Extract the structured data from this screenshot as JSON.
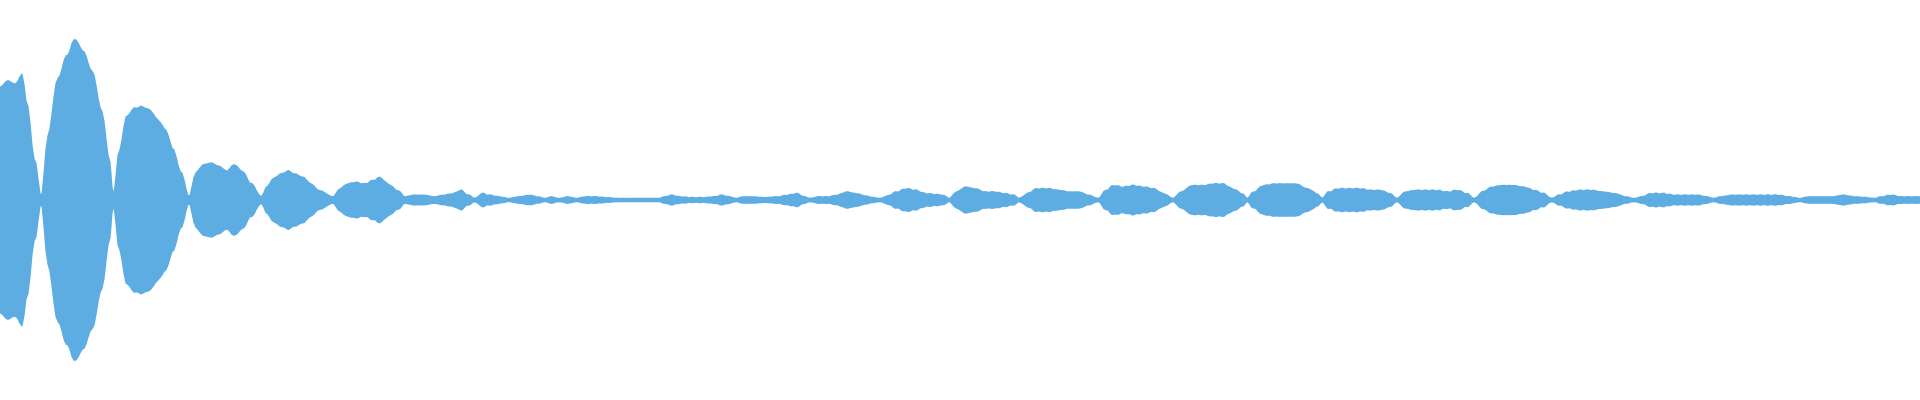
{
  "waveform": {
    "color": "#5dade2",
    "background": "#ffffff",
    "amplitude_envelope": [
      [
        0.0,
        0.7
      ],
      [
        0.004,
        0.74
      ],
      [
        0.008,
        0.72
      ],
      [
        0.0115,
        0.78
      ],
      [
        0.014,
        0.6
      ],
      [
        0.018,
        0.25
      ],
      [
        0.0215,
        0.02
      ],
      [
        0.025,
        0.4
      ],
      [
        0.03,
        0.75
      ],
      [
        0.035,
        0.9
      ],
      [
        0.039,
        1.0
      ],
      [
        0.043,
        0.93
      ],
      [
        0.048,
        0.8
      ],
      [
        0.053,
        0.55
      ],
      [
        0.057,
        0.25
      ],
      [
        0.059,
        0.02
      ],
      [
        0.062,
        0.3
      ],
      [
        0.066,
        0.52
      ],
      [
        0.07,
        0.57
      ],
      [
        0.074,
        0.58
      ],
      [
        0.078,
        0.56
      ],
      [
        0.082,
        0.5
      ],
      [
        0.086,
        0.44
      ],
      [
        0.09,
        0.32
      ],
      [
        0.094,
        0.18
      ],
      [
        0.0985,
        0.02
      ],
      [
        0.102,
        0.17
      ],
      [
        0.106,
        0.22
      ],
      [
        0.11,
        0.23
      ],
      [
        0.114,
        0.21
      ],
      [
        0.118,
        0.18
      ],
      [
        0.122,
        0.22
      ],
      [
        0.126,
        0.18
      ],
      [
        0.131,
        0.1
      ],
      [
        0.136,
        0.02
      ],
      [
        0.139,
        0.08
      ],
      [
        0.142,
        0.13
      ],
      [
        0.146,
        0.16
      ],
      [
        0.15,
        0.18
      ],
      [
        0.154,
        0.16
      ],
      [
        0.158,
        0.14
      ],
      [
        0.162,
        0.1
      ],
      [
        0.166,
        0.06
      ],
      [
        0.1735,
        0.02
      ],
      [
        0.177,
        0.07
      ],
      [
        0.181,
        0.1
      ],
      [
        0.185,
        0.11
      ],
      [
        0.19,
        0.1
      ],
      [
        0.194,
        0.12
      ],
      [
        0.198,
        0.14
      ],
      [
        0.202,
        0.1
      ],
      [
        0.207,
        0.06
      ],
      [
        0.211,
        0.02
      ],
      [
        0.215,
        0.03
      ],
      [
        0.221,
        0.03
      ],
      [
        0.226,
        0.02
      ],
      [
        0.231,
        0.03
      ],
      [
        0.236,
        0.04
      ],
      [
        0.24,
        0.06
      ],
      [
        0.244,
        0.03
      ],
      [
        0.2475,
        0.01
      ],
      [
        0.251,
        0.04
      ],
      [
        0.255,
        0.03
      ],
      [
        0.26,
        0.02
      ],
      [
        0.265,
        0.01
      ],
      [
        0.27,
        0.02
      ],
      [
        0.276,
        0.03
      ],
      [
        0.28,
        0.02
      ],
      [
        0.284,
        0.01
      ],
      [
        0.287,
        0.02
      ],
      [
        0.291,
        0.01
      ],
      [
        0.296,
        0.02
      ],
      [
        0.3,
        0.01
      ],
      [
        0.305,
        0.02
      ],
      [
        0.31,
        0.02
      ],
      [
        0.316,
        0.015
      ],
      [
        0.322,
        0.01
      ],
      [
        0.328,
        0.01
      ],
      [
        0.333,
        0.01
      ],
      [
        0.338,
        0.01
      ],
      [
        0.343,
        0.01
      ],
      [
        0.346,
        0.02
      ],
      [
        0.35,
        0.03
      ],
      [
        0.354,
        0.02
      ],
      [
        0.36,
        0.015
      ],
      [
        0.366,
        0.015
      ],
      [
        0.372,
        0.02
      ],
      [
        0.376,
        0.03
      ],
      [
        0.38,
        0.02
      ],
      [
        0.3835,
        0.01
      ],
      [
        0.387,
        0.02
      ],
      [
        0.392,
        0.02
      ],
      [
        0.398,
        0.015
      ],
      [
        0.405,
        0.02
      ],
      [
        0.41,
        0.03
      ],
      [
        0.415,
        0.04
      ],
      [
        0.419,
        0.02
      ],
      [
        0.422,
        0.01
      ],
      [
        0.426,
        0.02
      ],
      [
        0.431,
        0.02
      ],
      [
        0.436,
        0.03
      ],
      [
        0.441,
        0.05
      ],
      [
        0.446,
        0.04
      ],
      [
        0.451,
        0.025
      ],
      [
        0.455,
        0.015
      ],
      [
        0.4585,
        0.01
      ],
      [
        0.462,
        0.025
      ],
      [
        0.467,
        0.05
      ],
      [
        0.472,
        0.07
      ],
      [
        0.477,
        0.06
      ],
      [
        0.482,
        0.04
      ],
      [
        0.487,
        0.035
      ],
      [
        0.491,
        0.03
      ],
      [
        0.4945,
        0.01
      ],
      [
        0.498,
        0.05
      ],
      [
        0.503,
        0.08
      ],
      [
        0.508,
        0.07
      ],
      [
        0.513,
        0.05
      ],
      [
        0.518,
        0.05
      ],
      [
        0.523,
        0.04
      ],
      [
        0.528,
        0.03
      ],
      [
        0.531,
        0.01
      ],
      [
        0.535,
        0.04
      ],
      [
        0.54,
        0.07
      ],
      [
        0.546,
        0.07
      ],
      [
        0.552,
        0.06
      ],
      [
        0.557,
        0.05
      ],
      [
        0.562,
        0.05
      ],
      [
        0.567,
        0.03
      ],
      [
        0.572,
        0.01
      ],
      [
        0.576,
        0.06
      ],
      [
        0.58,
        0.09
      ],
      [
        0.585,
        0.08
      ],
      [
        0.59,
        0.09
      ],
      [
        0.596,
        0.08
      ],
      [
        0.601,
        0.07
      ],
      [
        0.606,
        0.04
      ],
      [
        0.611,
        0.01
      ],
      [
        0.615,
        0.05
      ],
      [
        0.621,
        0.09
      ],
      [
        0.627,
        0.09
      ],
      [
        0.632,
        0.1
      ],
      [
        0.637,
        0.1
      ],
      [
        0.642,
        0.07
      ],
      [
        0.647,
        0.04
      ],
      [
        0.6495,
        0.01
      ],
      [
        0.653,
        0.05
      ],
      [
        0.658,
        0.09
      ],
      [
        0.664,
        0.1
      ],
      [
        0.67,
        0.1
      ],
      [
        0.675,
        0.1
      ],
      [
        0.681,
        0.07
      ],
      [
        0.686,
        0.04
      ],
      [
        0.6885,
        0.01
      ],
      [
        0.692,
        0.05
      ],
      [
        0.697,
        0.07
      ],
      [
        0.703,
        0.07
      ],
      [
        0.708,
        0.07
      ],
      [
        0.714,
        0.06
      ],
      [
        0.719,
        0.06
      ],
      [
        0.724,
        0.04
      ],
      [
        0.7275,
        0.01
      ],
      [
        0.732,
        0.05
      ],
      [
        0.737,
        0.06
      ],
      [
        0.742,
        0.06
      ],
      [
        0.748,
        0.06
      ],
      [
        0.754,
        0.05
      ],
      [
        0.759,
        0.06
      ],
      [
        0.764,
        0.04
      ],
      [
        0.768,
        0.01
      ],
      [
        0.772,
        0.05
      ],
      [
        0.777,
        0.08
      ],
      [
        0.782,
        0.09
      ],
      [
        0.788,
        0.09
      ],
      [
        0.794,
        0.08
      ],
      [
        0.799,
        0.06
      ],
      [
        0.804,
        0.04
      ],
      [
        0.808,
        0.01
      ],
      [
        0.812,
        0.03
      ],
      [
        0.817,
        0.05
      ],
      [
        0.823,
        0.06
      ],
      [
        0.829,
        0.06
      ],
      [
        0.835,
        0.05
      ],
      [
        0.841,
        0.04
      ],
      [
        0.847,
        0.02
      ],
      [
        0.851,
        0.01
      ],
      [
        0.855,
        0.02
      ],
      [
        0.86,
        0.04
      ],
      [
        0.866,
        0.04
      ],
      [
        0.872,
        0.03
      ],
      [
        0.878,
        0.03
      ],
      [
        0.884,
        0.03
      ],
      [
        0.889,
        0.02
      ],
      [
        0.8925,
        0.01
      ],
      [
        0.896,
        0.02
      ],
      [
        0.902,
        0.03
      ],
      [
        0.908,
        0.03
      ],
      [
        0.914,
        0.03
      ],
      [
        0.92,
        0.03
      ],
      [
        0.926,
        0.03
      ],
      [
        0.932,
        0.02
      ],
      [
        0.9375,
        0.01
      ],
      [
        0.942,
        0.02
      ],
      [
        0.948,
        0.02
      ],
      [
        0.954,
        0.02
      ],
      [
        0.96,
        0.03
      ],
      [
        0.966,
        0.02
      ],
      [
        0.972,
        0.015
      ],
      [
        0.976,
        0.01
      ],
      [
        0.98,
        0.02
      ],
      [
        0.985,
        0.03
      ],
      [
        0.99,
        0.02
      ],
      [
        0.995,
        0.02
      ],
      [
        1.0,
        0.02
      ]
    ]
  }
}
